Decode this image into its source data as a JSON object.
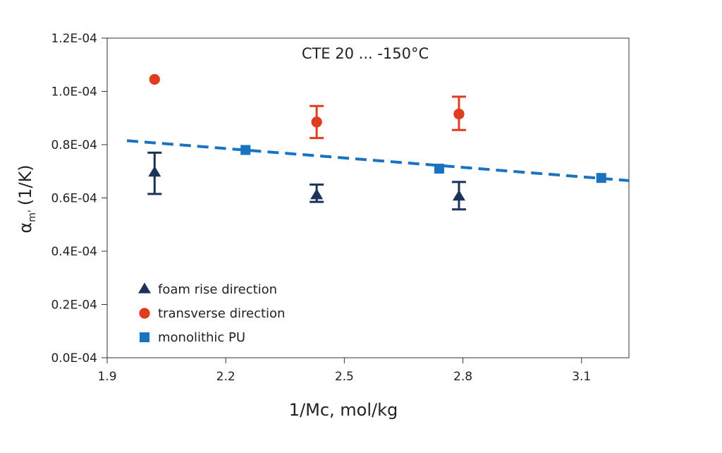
{
  "chart_data": {
    "type": "scatter",
    "annotation": "CTE 20 ... -150°C",
    "xlabel": "1/Mc, mol/kg",
    "ylabel_main": "α",
    "ylabel_sub": "m'",
    "ylabel_unit": "(1/K)",
    "xlim": [
      1.9,
      3.22
    ],
    "ylim": [
      0,
      0.00012
    ],
    "x_ticks": [
      1.9,
      2.2,
      2.5,
      2.8,
      3.1
    ],
    "x_tick_labels": [
      "1.9",
      "2.2",
      "2.5",
      "2.8",
      "3.1"
    ],
    "y_ticks": [
      0,
      2e-05,
      4e-05,
      6e-05,
      8e-05,
      0.0001,
      0.00012
    ],
    "y_tick_labels": [
      "0.0E-04",
      "0.2E-04",
      "0.4E-04",
      "0.6E-04",
      "0.8E-04",
      "1.0E-04",
      "1.2E-04"
    ],
    "grid": false,
    "legend_position": "bottom-left",
    "series": [
      {
        "name": "foam rise direction",
        "marker": "triangle",
        "color": "#1b3358",
        "points": [
          {
            "x": 2.02,
            "y": 6.95e-05,
            "err_low": 6.15e-05,
            "err_high": 7.7e-05
          },
          {
            "x": 2.43,
            "y": 6.1e-05,
            "err_low": 5.85e-05,
            "err_high": 6.5e-05
          },
          {
            "x": 2.79,
            "y": 6.05e-05,
            "err_low": 5.57e-05,
            "err_high": 6.6e-05
          }
        ]
      },
      {
        "name": "transverse direction",
        "marker": "circle",
        "color": "#e03c1f",
        "points": [
          {
            "x": 2.02,
            "y": 0.0001045
          },
          {
            "x": 2.43,
            "y": 8.85e-05,
            "err_low": 8.25e-05,
            "err_high": 9.45e-05
          },
          {
            "x": 2.79,
            "y": 9.15e-05,
            "err_low": 8.55e-05,
            "err_high": 9.8e-05
          }
        ]
      },
      {
        "name": "monolithic PU",
        "marker": "square",
        "color": "#1a73c1",
        "points": [
          {
            "x": 2.25,
            "y": 7.8e-05
          },
          {
            "x": 2.74,
            "y": 7.1e-05
          },
          {
            "x": 3.15,
            "y": 6.75e-05
          }
        ]
      }
    ],
    "trendline": {
      "color": "#1a73c1",
      "style": "dashed",
      "x": [
        1.95,
        3.22
      ],
      "y": [
        8.15e-05,
        6.65e-05
      ]
    }
  }
}
